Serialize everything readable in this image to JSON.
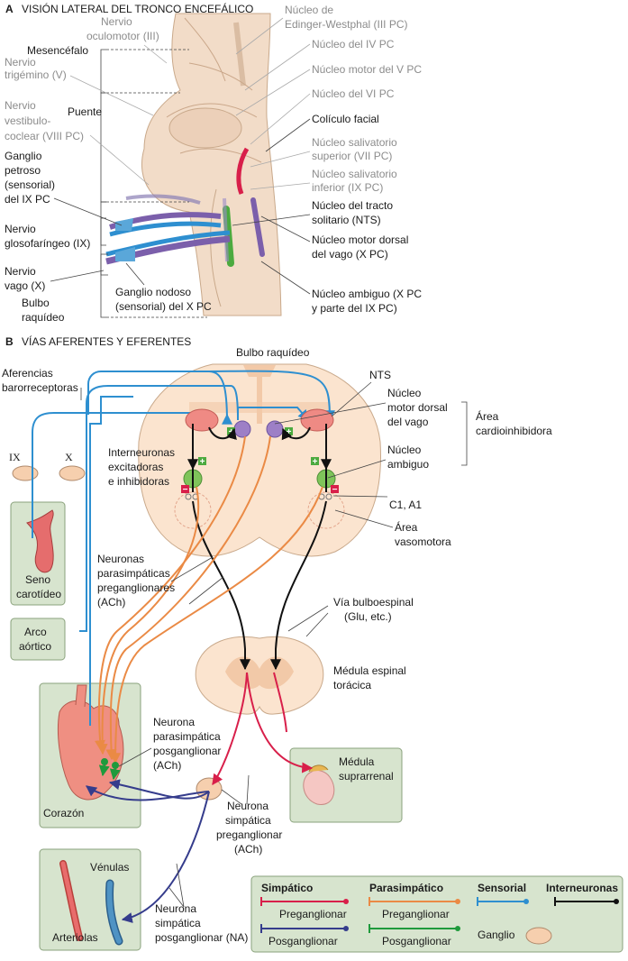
{
  "panelA": {
    "letter": "A",
    "title": "VISIÓN LATERAL DEL TRONCO ENCEFÁLICO",
    "left": {
      "mesencefalo": "Mesencéfalo",
      "trigemino": [
        "Nervio",
        "trigémino (V)"
      ],
      "puente": "Puente",
      "vestibulo": [
        "Nervio",
        "vestibulo-",
        "coclear (VIII PC)"
      ],
      "petroso": [
        "Ganglio",
        "petroso",
        "(sensorial)",
        "del IX PC"
      ],
      "glosofaringeo": [
        "Nervio",
        "glosofaríngeo (IX)"
      ],
      "vago": [
        "Nervio",
        "vago (X)"
      ],
      "bulbo": [
        "Bulbo",
        "raquídeo"
      ]
    },
    "top": {
      "oculomotor": [
        "Nervio",
        "oculomotor (III)"
      ],
      "edinger": [
        "Núcleo de",
        "Edinger-Westphal (III PC)"
      ]
    },
    "right": {
      "iv": "Núcleo del IV PC",
      "motorv": "Núcleo motor del V PC",
      "vi": "Núcleo del VI PC",
      "coliculo": "Colículo facial",
      "salsup": [
        "Núcleo salivatorio",
        "superior (VII PC)"
      ],
      "salinf": [
        "Núcleo salivatorio",
        "inferior (IX PC)"
      ],
      "nts": [
        "Núcleo del tracto",
        "solitario (NTS)"
      ],
      "dorsal": [
        "Núcleo motor dorsal",
        "del vago (X PC)"
      ],
      "ambiguo": [
        "Núcleo ambiguo (X PC",
        "y parte del IX PC)"
      ]
    },
    "nodoso": [
      "Ganglio nodoso",
      "(sensorial) del X PC"
    ]
  },
  "panelB": {
    "letter": "B",
    "title": "VÍAS AFERENTES Y EFERENTES",
    "bulbo": "Bulbo raquídeo",
    "aferencias": [
      "Aferencias",
      "barorreceptoras"
    ],
    "nts": "NTS",
    "dorsal": [
      "Núcleo",
      "motor dorsal",
      "del vago"
    ],
    "area_cardio": [
      "Área",
      "cardioinhibidora"
    ],
    "ambiguo": [
      "Núcleo",
      "ambiguo"
    ],
    "ix": "IX",
    "x": "X",
    "interneuronas": [
      "Interneuronas",
      "excitadoras",
      "e inhibidoras"
    ],
    "c1a1": "C1, A1",
    "area_vaso": [
      "Área",
      "vasomotora"
    ],
    "seno": [
      "Seno",
      "carotídeo"
    ],
    "para_pre": [
      "Neuronas",
      "parasimpáticas",
      "preganglionares",
      "(ACh)"
    ],
    "via": [
      "Vía bulboespinal",
      "(Glu, etc.)"
    ],
    "arco": [
      "Arco",
      "aórtico"
    ],
    "medula": [
      "Médula espinal",
      "torácica"
    ],
    "para_pos": [
      "Neurona",
      "parasimpática",
      "posganglionar",
      "(ACh)"
    ],
    "suprarrenal": [
      "Médula",
      "suprarrenal"
    ],
    "corazon": "Corazón",
    "simp_pre": [
      "Neurona",
      "simpática",
      "preganglionar",
      "(ACh)"
    ],
    "venulas": "Vénulas",
    "arteriolas": "Arteriolas",
    "simp_pos": [
      "Neurona",
      "simpática",
      "posganglionar (NA)"
    ],
    "plus": "+",
    "minus": "−"
  },
  "legend": {
    "simpatico": "Simpático",
    "parasimpatico": "Parasimpático",
    "sensorial": "Sensorial",
    "interneuronas": "Interneuronas",
    "preganglionar": "Preganglionar",
    "posganglionar": "Posganglionar",
    "ganglio": "Ganglio"
  },
  "colors": {
    "sympathetic_pre": "#d81f4a",
    "sympathetic_post": "#353c8c",
    "parasympathetic_pre": "#ea8a45",
    "parasympathetic_post": "#1f9a3c",
    "sensory": "#2e8fd0",
    "interneuron": "#111111",
    "box_fill": "#d7e4ce"
  }
}
